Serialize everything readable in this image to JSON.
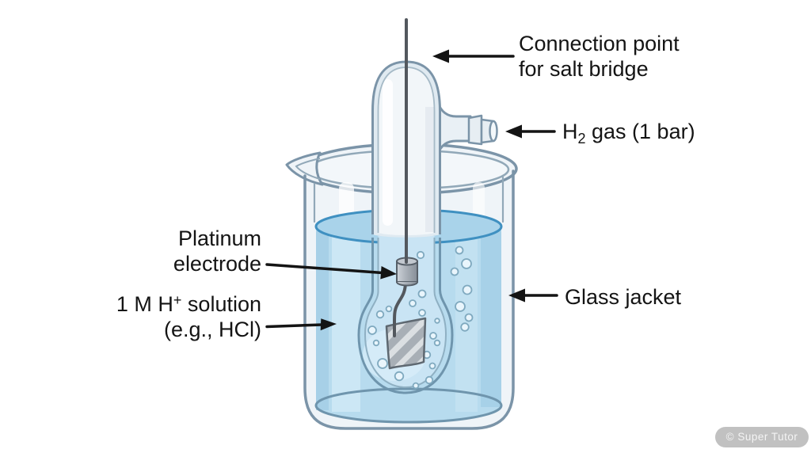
{
  "labels": {
    "connection_point": {
      "line1": "Connection point",
      "line2": "for salt bridge"
    },
    "h2_gas": {
      "pre": "H",
      "sub": "2",
      "post": " gas (1 bar)"
    },
    "platinum": {
      "line1": "Platinum",
      "line2": "electrode"
    },
    "solution": {
      "pre": "1 M H",
      "sup": "+",
      "post": " solution",
      "line2": "(e.g., HCl)"
    },
    "glass_jacket": "Glass jacket"
  },
  "watermark": {
    "text": "© Super Tutor"
  },
  "colors": {
    "outline": "#7b94a8",
    "glass": "#eff4f8",
    "liquid": "#b7dbee",
    "surface_line": "#3f90c1",
    "bubble_fill": "#e9f5fc",
    "wire": "#53585e",
    "foil": "#dbdfe2",
    "ink": "#141414"
  }
}
